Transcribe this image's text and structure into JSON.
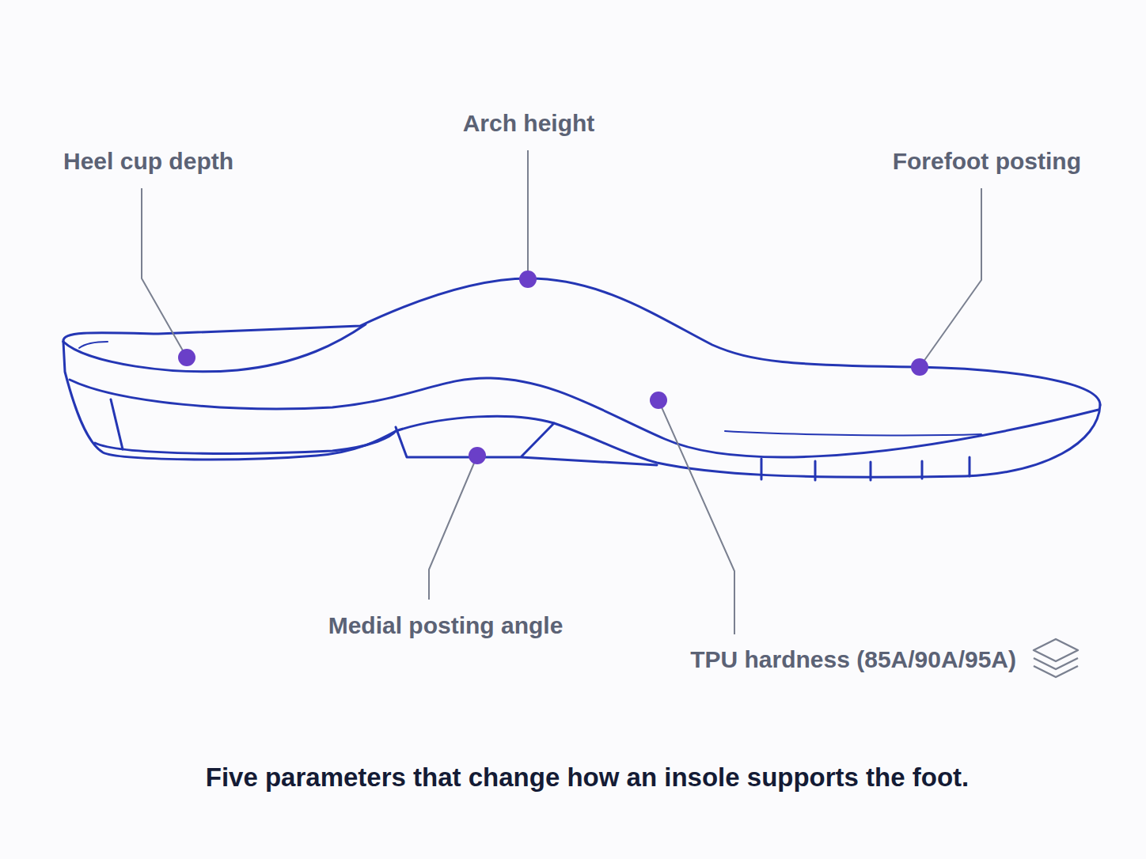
{
  "diagram": {
    "caption": "Five parameters that change how an insole supports the foot.",
    "labels": [
      "Heel cup depth",
      "Arch height",
      "Forefoot posting",
      "Medial posting angle",
      "TPU hardness (85A/90A/95A)"
    ]
  }
}
